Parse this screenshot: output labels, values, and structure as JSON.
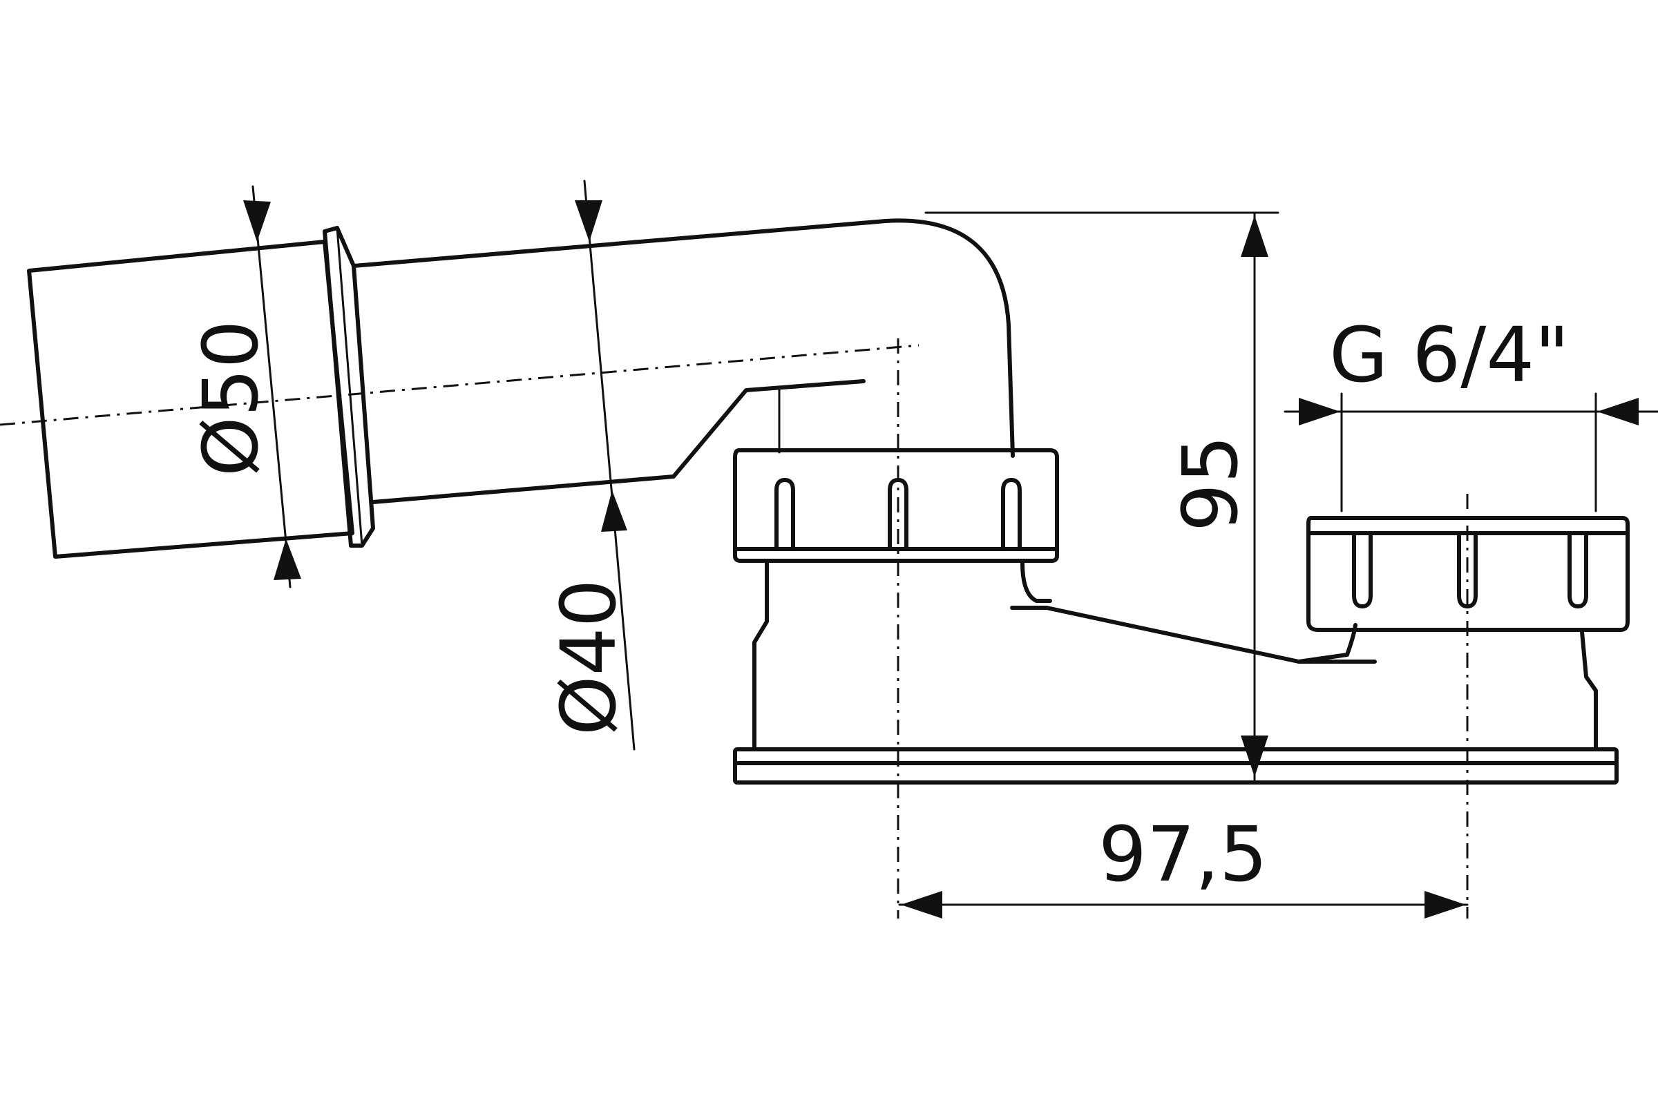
{
  "diagram": {
    "labels": {
      "outer_diameter": "Ø50",
      "inner_diameter": "Ø40",
      "height": "95",
      "thread": "G 6/4\"",
      "horizontal_distance": "97,5"
    },
    "line_color": "#111111",
    "background_color": "#ffffff"
  }
}
